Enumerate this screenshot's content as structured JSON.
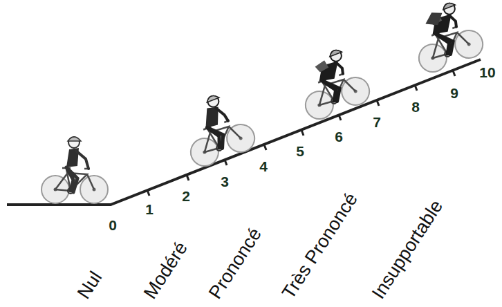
{
  "diagram": {
    "labels": [
      "0",
      "1",
      "2",
      "3",
      "4",
      "5",
      "6",
      "7",
      "8",
      "9",
      "10",
      "Nul",
      "Modéré",
      "Prononcé",
      "Très Prononcé",
      "Insupportable"
    ]
  }
}
